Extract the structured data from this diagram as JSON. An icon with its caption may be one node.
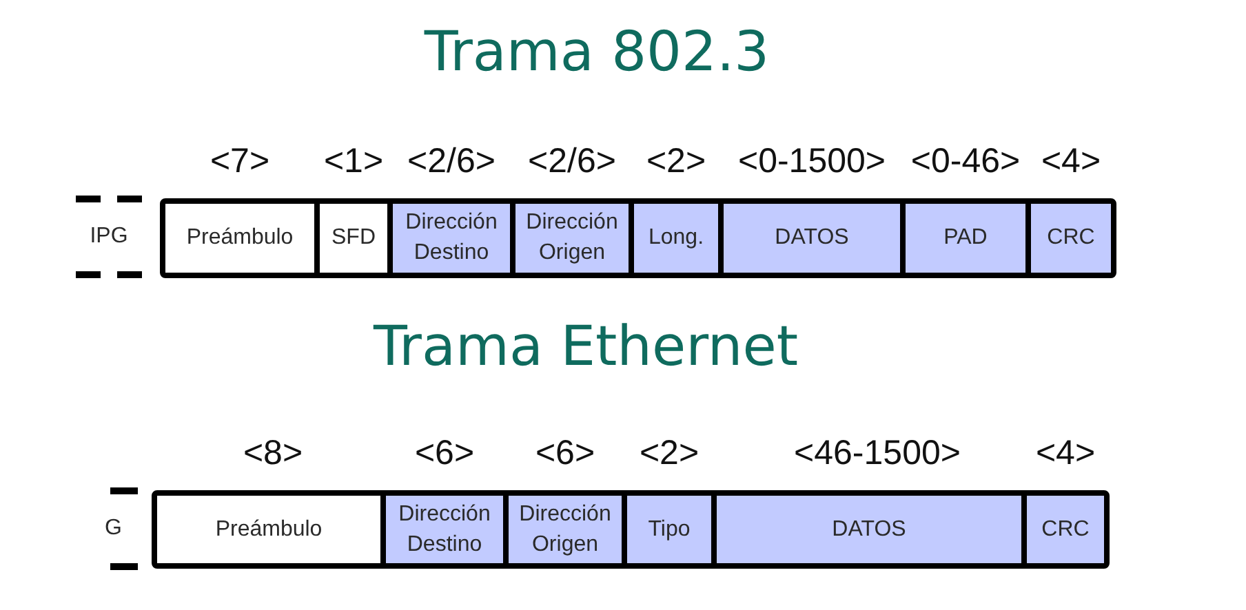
{
  "diagram": {
    "nodes": [
      {
        "text": [
          "Trama 802.3"
        ]
      },
      {
        "text": [
          "IPG"
        ]
      },
      {
        "text": [
          "Preámbulo"
        ],
        "in": 0,
        "beside": [
          "<7>"
        ]
      },
      {
        "text": [
          "SFD"
        ],
        "in": 0,
        "beside": [
          "<1>"
        ]
      },
      {
        "text": [
          "Dirección Destino"
        ],
        "in": 0,
        "beside": [
          "<2/6>"
        ]
      },
      {
        "text": [
          "Dirección Origen"
        ],
        "in": 0,
        "beside": [
          "<2/6>"
        ]
      },
      {
        "text": [
          "Long."
        ],
        "in": 0,
        "beside": [
          "<2>"
        ]
      },
      {
        "text": [
          "DATOS"
        ],
        "in": 0,
        "beside": [
          "<0-1500>"
        ]
      },
      {
        "text": [
          "PAD"
        ],
        "in": 0,
        "beside": [
          "<0-46>"
        ]
      },
      {
        "text": [
          "CRC"
        ],
        "in": 0,
        "beside": [
          "<4>"
        ]
      },
      {
        "text": [
          "Trama Ethernet"
        ]
      },
      {
        "text": [
          "G"
        ]
      },
      {
        "text": [
          "Preámbulo"
        ],
        "in": 10,
        "beside": [
          "<8>"
        ]
      },
      {
        "text": [
          "Dirección Destino"
        ],
        "in": 10,
        "beside": [
          "<6>"
        ]
      },
      {
        "text": [
          "Dirección Origen"
        ],
        "in": 10,
        "beside": [
          "<6>"
        ]
      },
      {
        "text": [
          "Tipo"
        ],
        "in": 10,
        "beside": [
          "<2>"
        ]
      },
      {
        "text": [
          "DATOS"
        ],
        "in": 10,
        "beside": [
          "<46-1500>"
        ]
      },
      {
        "text": [
          "CRC"
        ],
        "in": 10,
        "beside": [
          "<4>"
        ]
      }
    ]
  }
}
